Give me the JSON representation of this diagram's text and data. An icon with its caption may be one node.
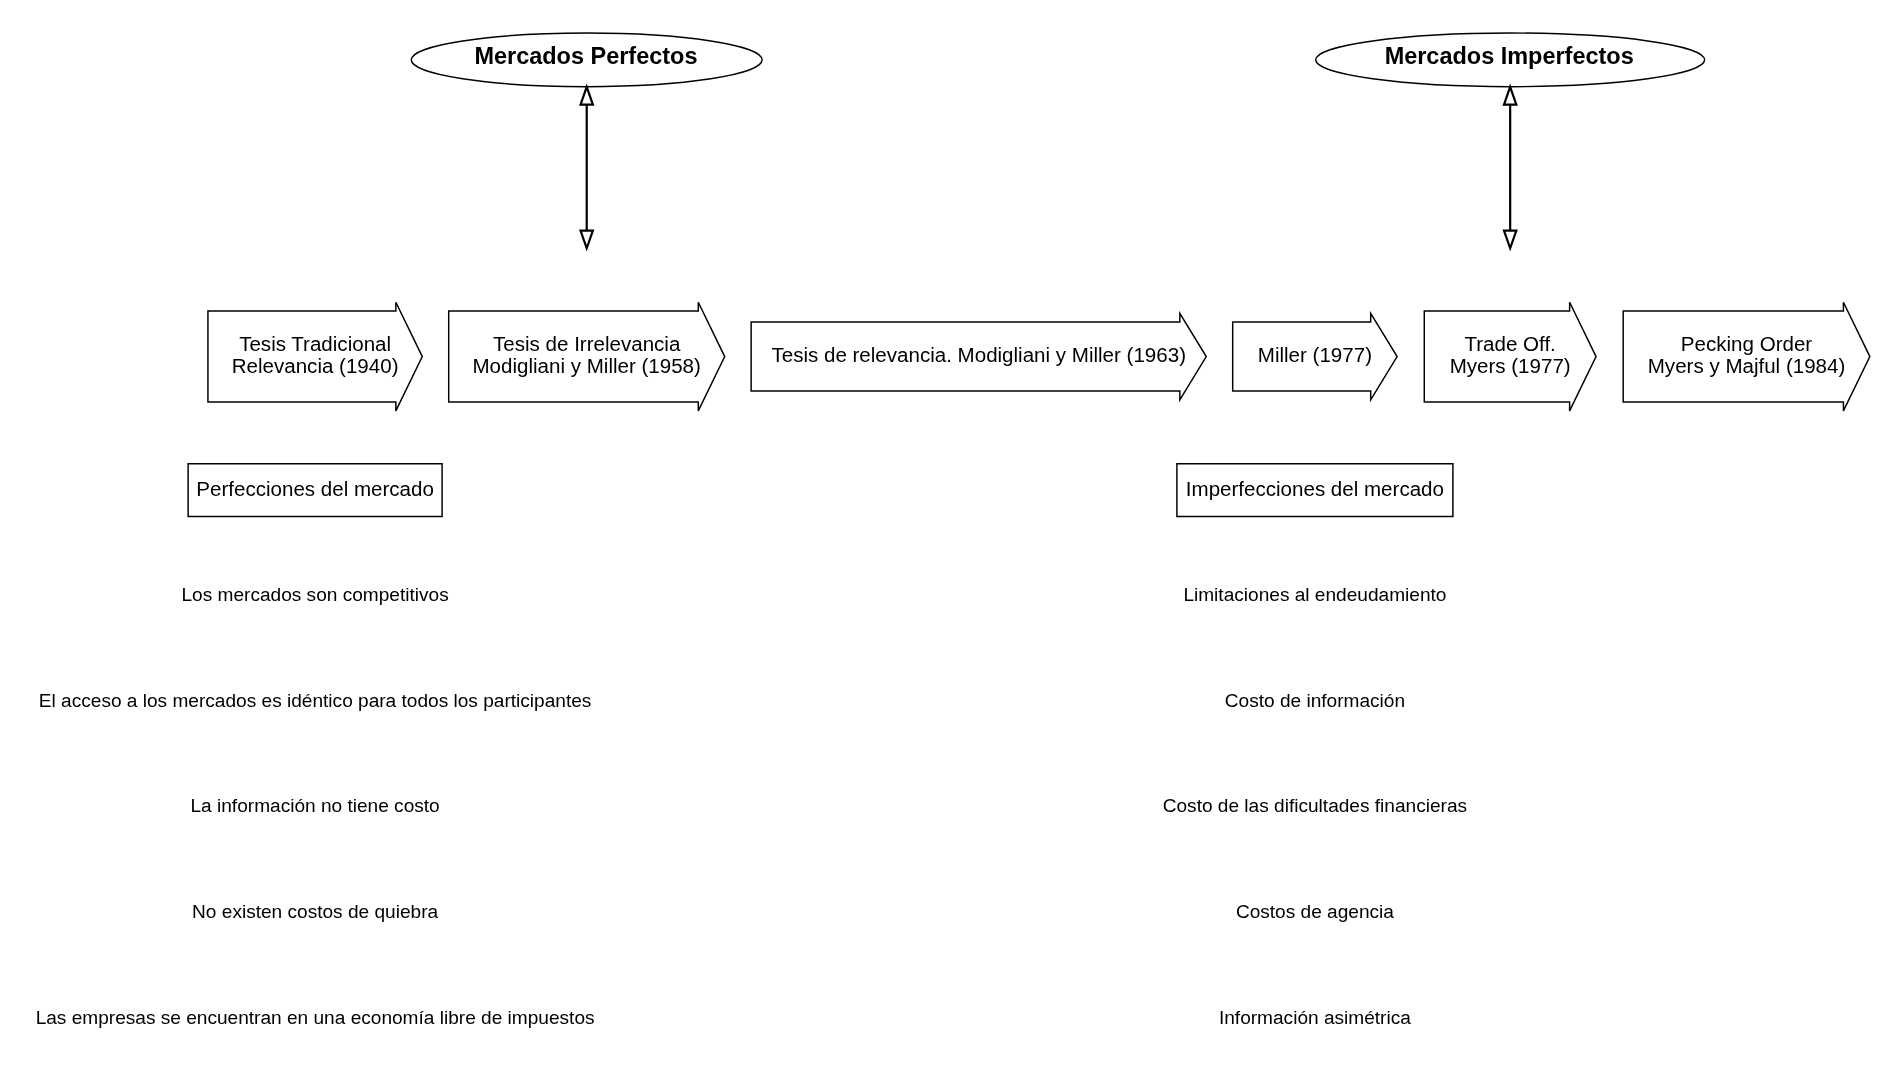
{
  "diagram": {
    "nodes": [
      {
        "text": [
          "Mercados Perfectos"
        ]
      },
      {
        "text": [
          "Tesis Tradicional",
          "Relevancia (1940)"
        ]
      },
      {
        "text": [
          "Tesis de Irrelevancia",
          "Modigliani y Miller (1958)"
        ]
      },
      {
        "text": [
          "Perfecciones del mercado"
        ]
      },
      {
        "text": [
          "Mercados Imperfectos"
        ]
      },
      {
        "text": [
          "Tesis de relevancia. Modigliani y Miller (1963)"
        ]
      },
      {
        "text": [
          "Miller (1977)"
        ]
      },
      {
        "text": [
          "Trade Off.",
          "Myers (1977)"
        ]
      },
      {
        "text": [
          "Pecking Order",
          "Myers y Majful (1984)"
        ]
      },
      {
        "text": [
          "Imperfecciones del mercado"
        ]
      }
    ],
    "edges": [
      {
        "from": 0,
        "to": null,
        "arrow": "both"
      },
      {
        "from": 4,
        "to": null,
        "arrow": "both"
      }
    ],
    "labels": [
      "Los mercados son competitivos",
      "El acceso a los mercados es idéntico para todos los participantes",
      "La información no tiene costo",
      "No existen costos de quiebra",
      "Las empresas se encuentran en una economía libre de impuestos",
      "Limitaciones al endeudamiento",
      "Costo de información",
      "Costo de las dificultades financieras",
      "Costos de agencia",
      "Información asimétrica"
    ]
  }
}
